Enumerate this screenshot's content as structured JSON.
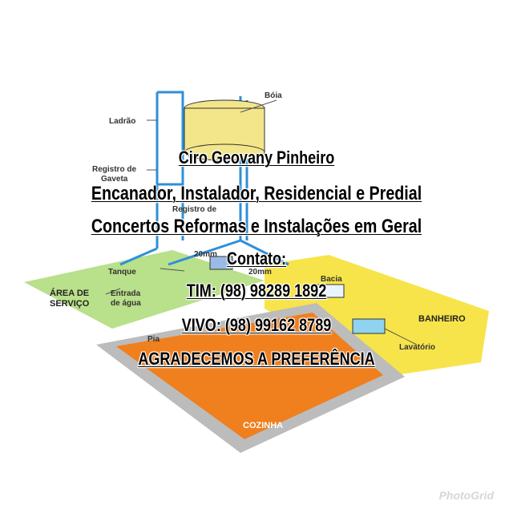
{
  "diagram": {
    "labels": {
      "boia": "Bóia",
      "ladrao": "Ladrão",
      "registro_gaveta_1": "Registro de",
      "registro_gaveta_2": "Gaveta",
      "registro_de": "Registro de",
      "pipe_20mm_a": "20mm",
      "pipe_20mm_b": "20mm",
      "pipe_mm": "mm",
      "tanque": "Tanque",
      "area_servico_1": "ÁREA DE",
      "area_servico_2": "SERVIÇO",
      "entrada_agua_1": "Entrada",
      "entrada_agua_2": "de água",
      "pia": "Pia",
      "bacia": "Bacia",
      "banheiro": "BANHEIRO",
      "lavatorio": "Lavatório",
      "cozinha": "COZINHA"
    },
    "colors": {
      "service_floor": "#b9e08a",
      "bathroom_floor": "#f7e44a",
      "kitchen_floor": "#f07f1e",
      "kitchen_border": "#bcbcbc",
      "pipe": "#2f8fd8",
      "tank": "#f3e58a"
    }
  },
  "overlay": {
    "name": "Ciro Geovany Pinheiro",
    "line1": "Encanador, Instalador, Residencial e Predial",
    "line2": "Concertos Reformas e Instalações em Geral",
    "contact_label": "Contato:",
    "tim": "TIM: (98) 98289 1892",
    "vivo": "VIVO: (98) 99162 8789",
    "thanks": "AGRADECEMOS A PREFERÊNCIA"
  },
  "watermark": "PhotoGrid"
}
